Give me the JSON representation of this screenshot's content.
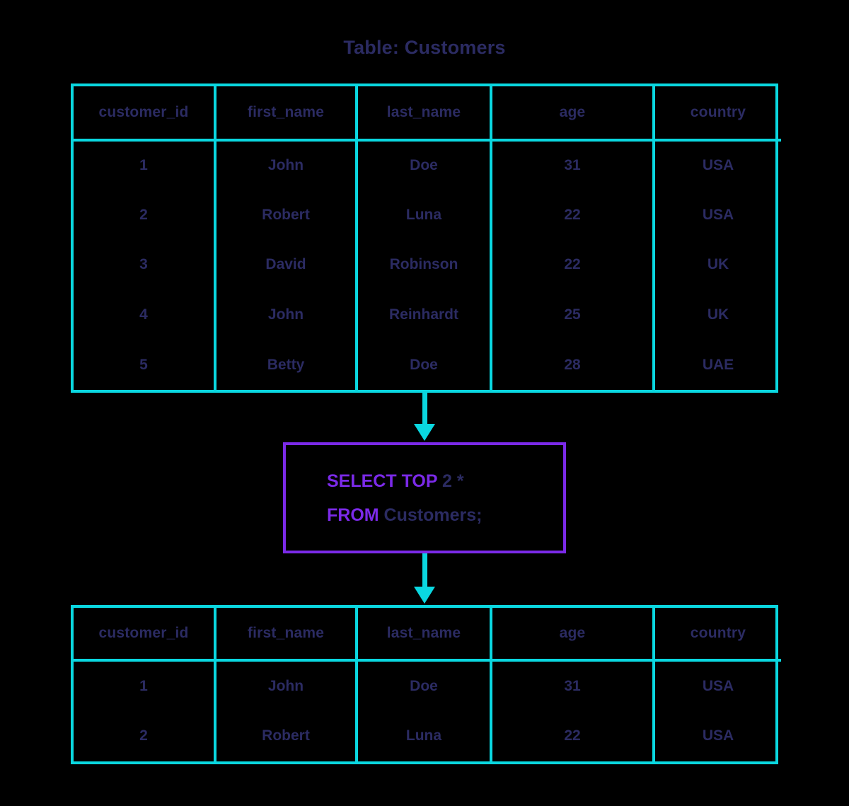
{
  "title": "Table: Customers",
  "colors": {
    "background": "#000000",
    "table_border": "#0ad7e0",
    "text": "#2b2b62",
    "keyword": "#7b2ae8",
    "query_box_border": "#7b2ae8",
    "arrow": "#0ad7e0"
  },
  "source_table": {
    "name": "Customers",
    "columns": [
      "customer_id",
      "first_name",
      "last_name",
      "age",
      "country"
    ],
    "rows": [
      [
        "1",
        "John",
        "Doe",
        "31",
        "USA"
      ],
      [
        "2",
        "Robert",
        "Luna",
        "22",
        "USA"
      ],
      [
        "3",
        "David",
        "Robinson",
        "22",
        "UK"
      ],
      [
        "4",
        "John",
        "Reinhardt",
        "25",
        "UK"
      ],
      [
        "5",
        "Betty",
        "Doe",
        "28",
        "UAE"
      ]
    ]
  },
  "query": {
    "line1": {
      "keyword": "SELECT TOP",
      "rest": " 2 *"
    },
    "line2": {
      "keyword": "FROM",
      "rest": " Customers;"
    },
    "full_text": "SELECT TOP 2 * FROM Customers;"
  },
  "result_table": {
    "columns": [
      "customer_id",
      "first_name",
      "last_name",
      "age",
      "country"
    ],
    "rows": [
      [
        "1",
        "John",
        "Doe",
        "31",
        "USA"
      ],
      [
        "2",
        "Robert",
        "Luna",
        "22",
        "USA"
      ]
    ]
  },
  "arrows": [
    {
      "name": "arrow-table-to-query",
      "direction": "down"
    },
    {
      "name": "arrow-query-to-result",
      "direction": "down"
    }
  ]
}
